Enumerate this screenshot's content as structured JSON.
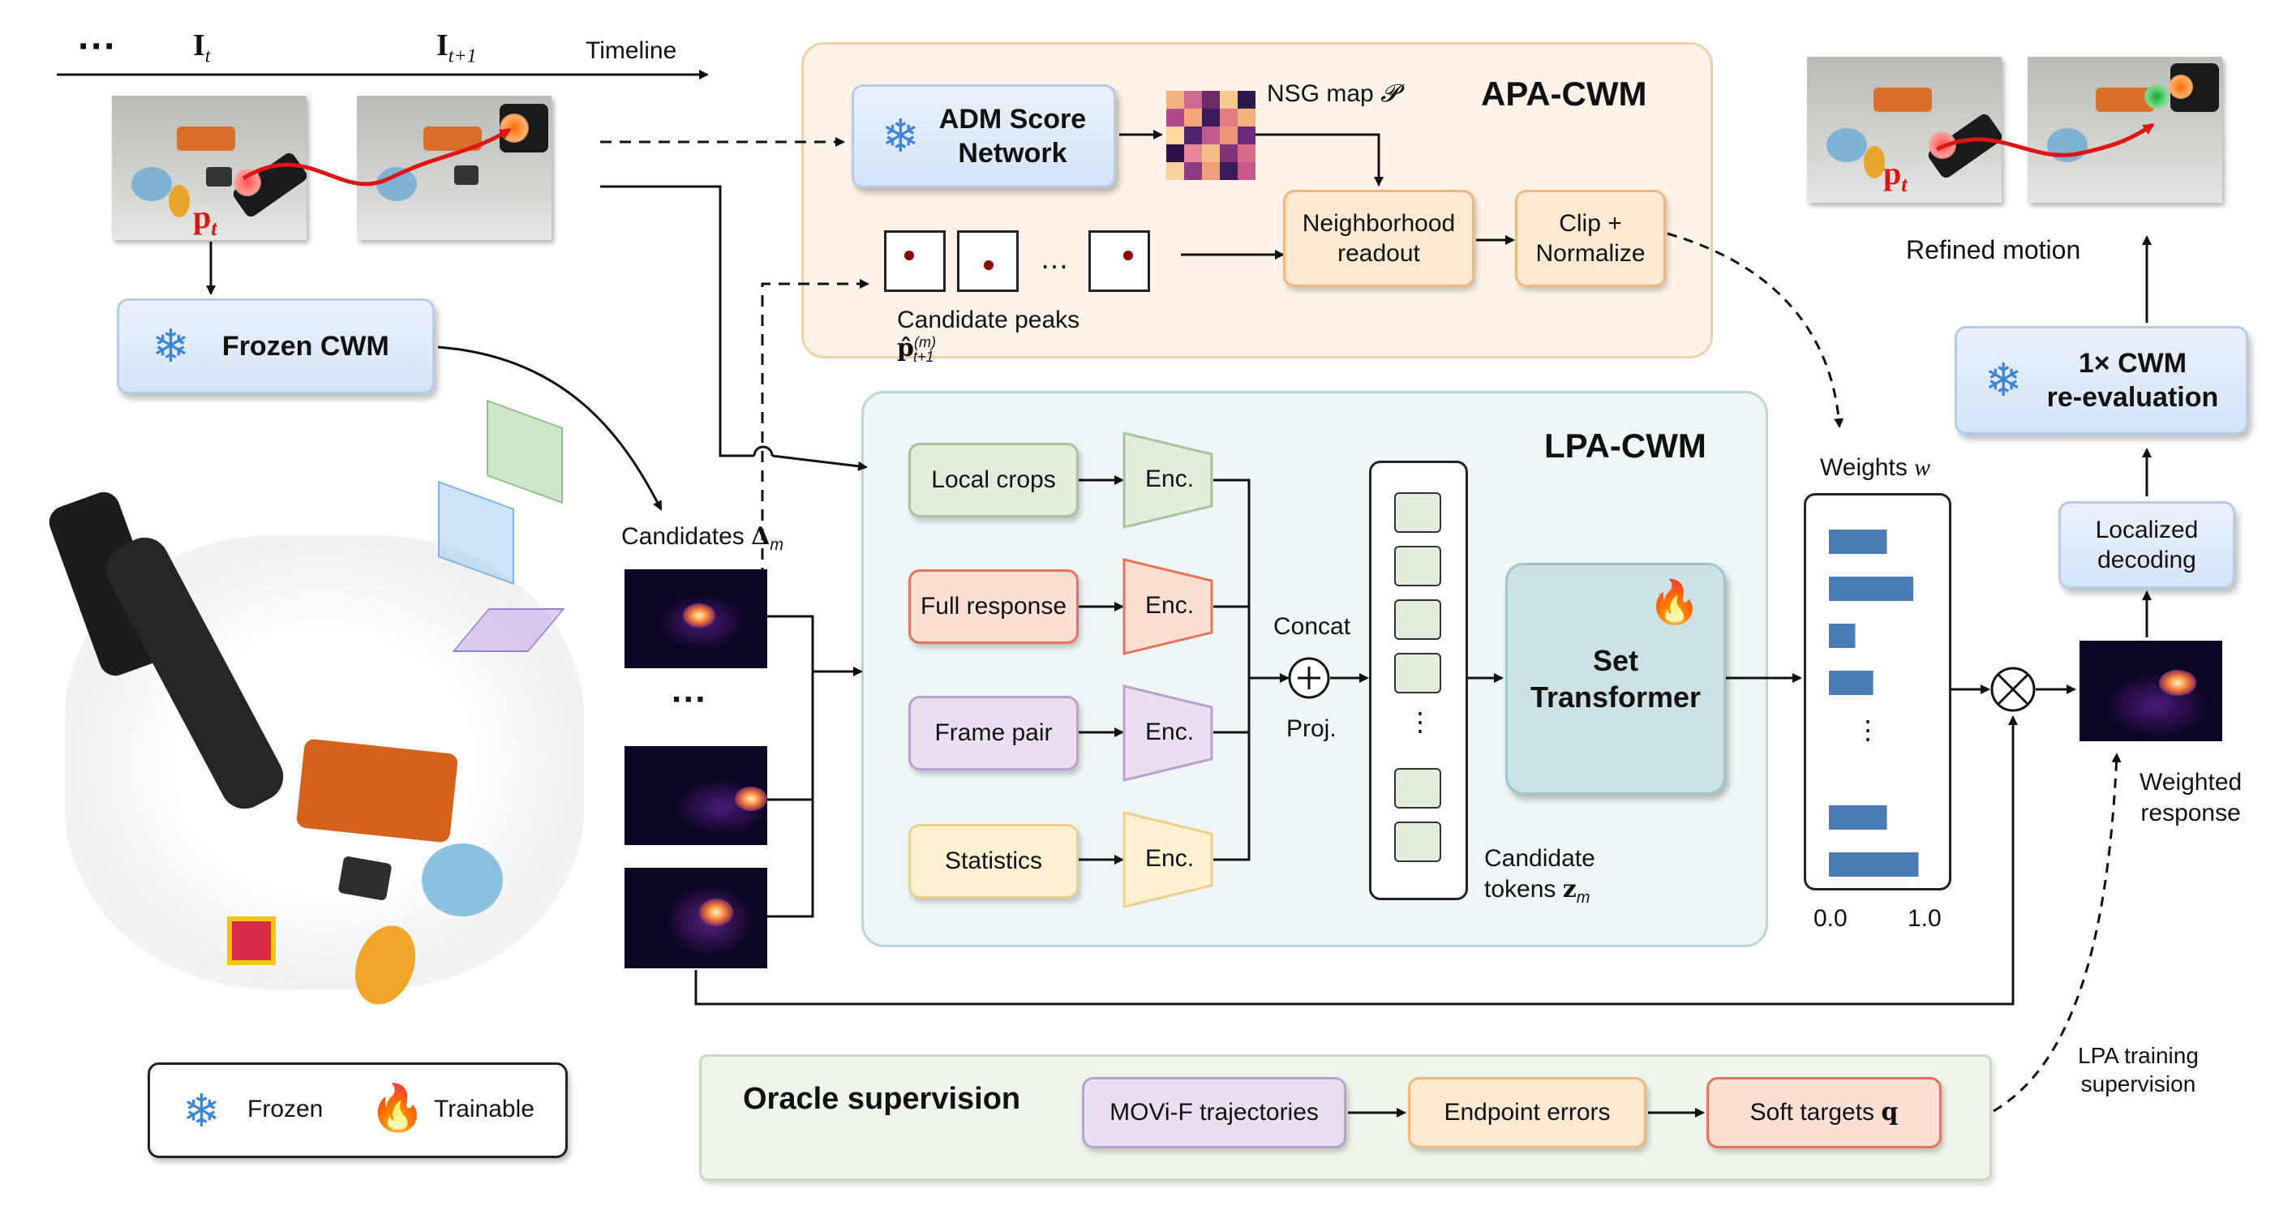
{
  "timeline": {
    "dots": "···",
    "it": "I",
    "it_sub": "t",
    "it1": "I",
    "it1_sub": "t+1",
    "label": "Timeline",
    "pt": "p",
    "pt_sub": "t"
  },
  "frozen_cwm": "Frozen CWM",
  "apa": {
    "title": "APA-CWM",
    "adm_line1": "ADM Score",
    "adm_line2": "Network",
    "nsg_label": "NSG map",
    "nsg_symbol": "𝓟",
    "neigh_line1": "Neighborhood",
    "neigh_line2": "readout",
    "clip_line1": "Clip +",
    "clip_line2": "Normalize",
    "peaks_label": "Candidate peaks",
    "peaks_symbol": "p̂",
    "peaks_sup": "(m)",
    "peaks_sub": "t+1",
    "ellipsis": "…"
  },
  "candidates": {
    "label": "Candidates",
    "symbol": "Δ",
    "sub": "m",
    "dots": "···"
  },
  "lpa": {
    "title": "LPA-CWM",
    "inputs": [
      "Local crops",
      "Full response",
      "Frame pair",
      "Statistics"
    ],
    "enc": "Enc.",
    "concat": "Concat",
    "proj": "Proj.",
    "vdots": "⋮",
    "tokens_line1": "Candidate",
    "tokens_line2": "tokens",
    "tokens_symbol": "z",
    "tokens_sub": "m",
    "set_line1": "Set",
    "set_line2": "Transformer"
  },
  "weights": {
    "label": "Weights",
    "symbol": "w",
    "values": [
      0.55,
      0.8,
      0.25,
      0.42,
      0.55,
      0.85
    ],
    "axis_min": "0.0",
    "axis_max": "1.0",
    "vdots": "⋮"
  },
  "right": {
    "refined": "Refined motion",
    "reeval_line1": "1× CWM",
    "reeval_line2": "re-evaluation",
    "loc_line1": "Localized",
    "loc_line2": "decoding",
    "weighted_line1": "Weighted",
    "weighted_line2": "response",
    "pt": "p",
    "pt_sub": "t",
    "lpa_train_line1": "LPA training",
    "lpa_train_line2": "supervision"
  },
  "oracle": {
    "title": "Oracle supervision",
    "movi": "MOVi-F trajectories",
    "endpoint": "Endpoint errors",
    "soft": "Soft targets",
    "soft_symbol": "q"
  },
  "legend": {
    "frozen": "Frozen",
    "trainable": "Trainable"
  },
  "colors": {
    "bar": "#4a7db3",
    "arrow_red": "#e11414",
    "panel_apa": "#fdf3e8",
    "panel_lpa": "#eef6f7",
    "panel_oracle": "#eef5ea",
    "snowflake": "#3a86d8",
    "flame": "#f05a1a"
  }
}
